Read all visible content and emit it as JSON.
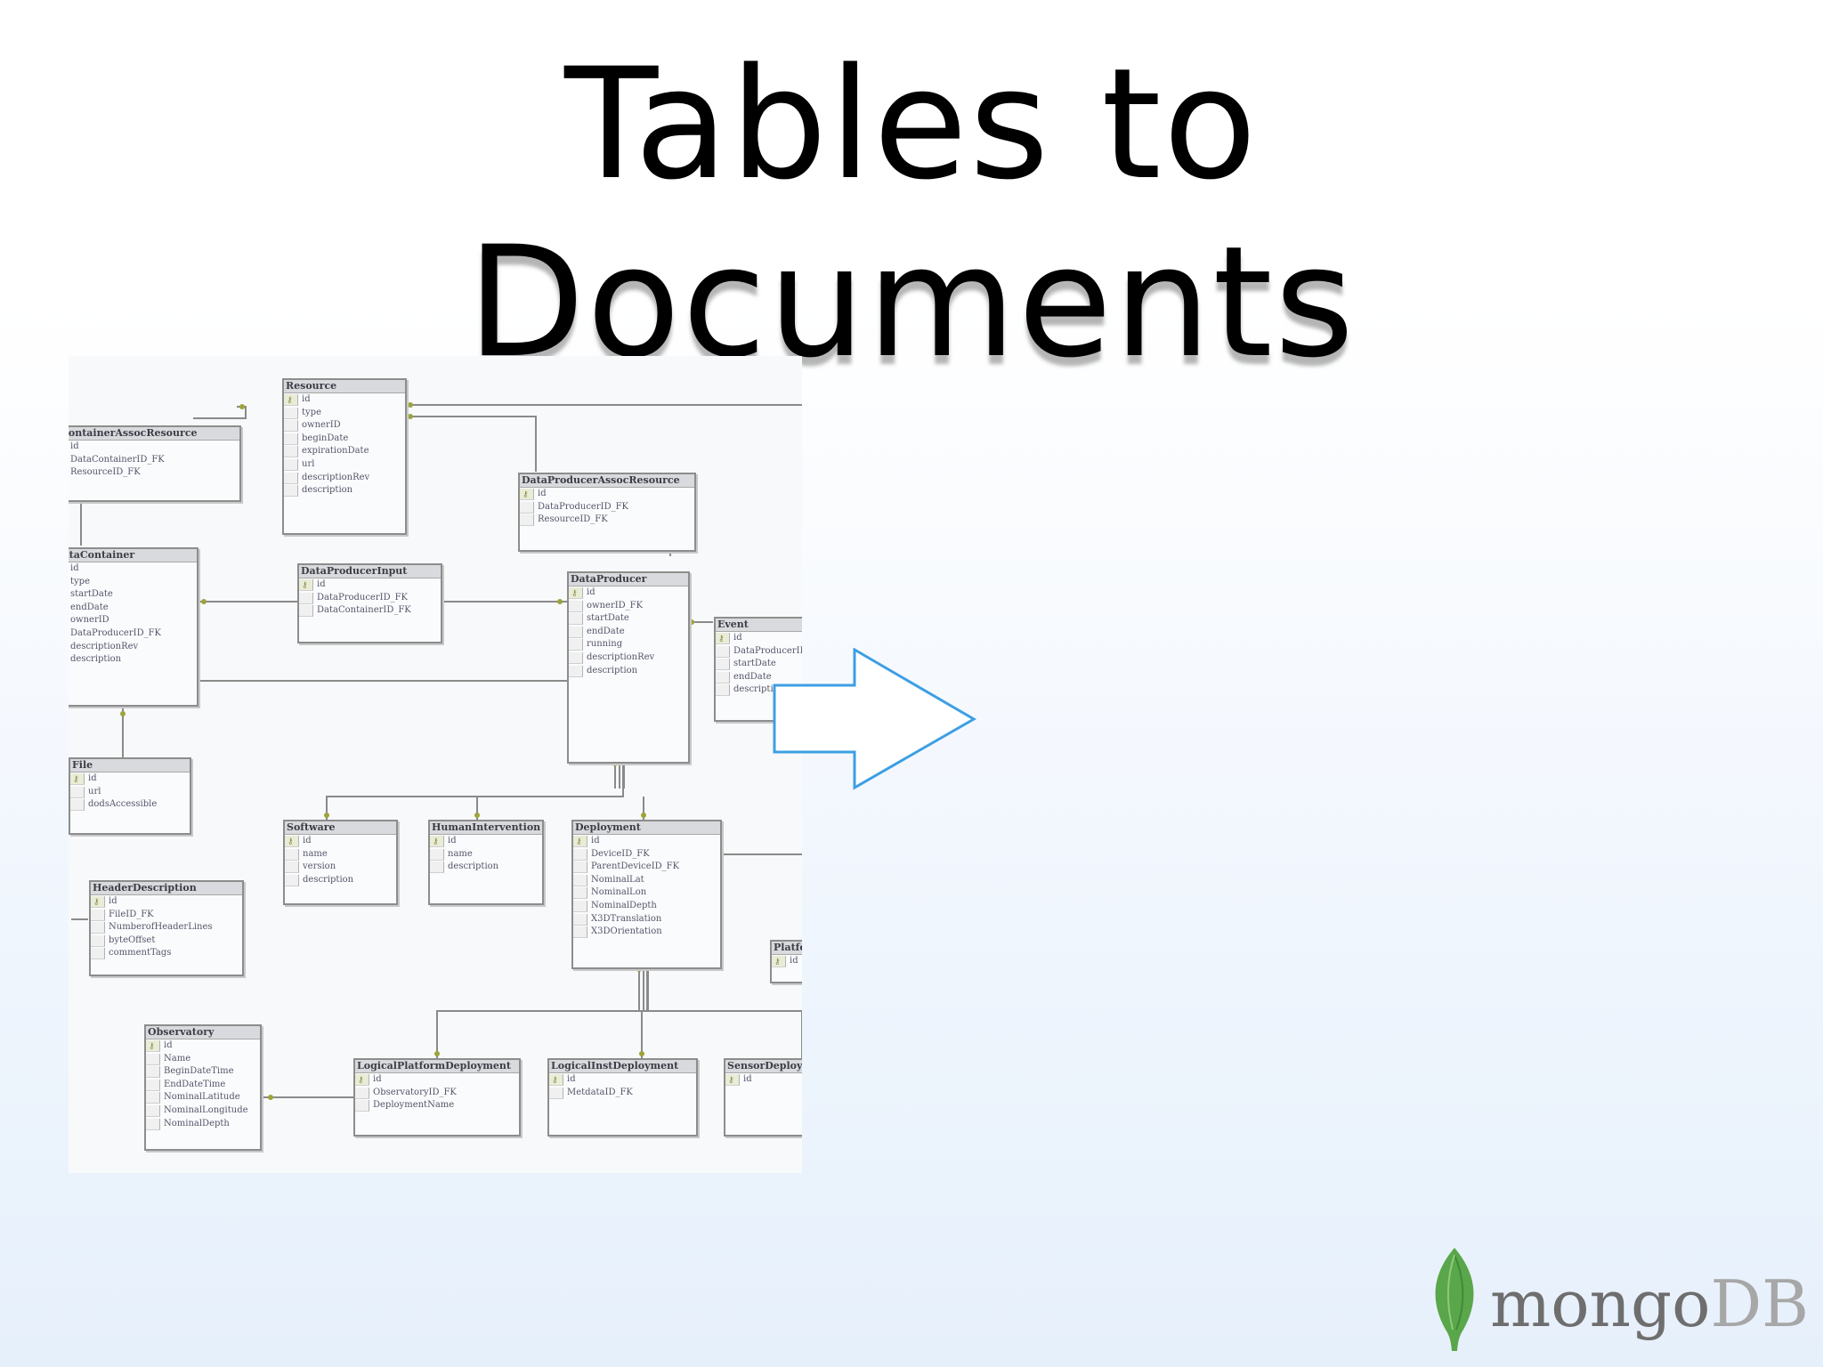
{
  "slide": {
    "title_line_1": "Tables to",
    "title_line_2": "Documents"
  },
  "er_diagram": {
    "tables": [
      {
        "name": "aContainerAssocResource",
        "columns": [
          "id",
          "DataContainerID_FK",
          "ResourceID_FK"
        ]
      },
      {
        "name": "Resource",
        "columns": [
          "id",
          "type",
          "ownerID",
          "beginDate",
          "expirationDate",
          "url",
          "descriptionRev",
          "description"
        ]
      },
      {
        "name": "DataProducerAssocResource",
        "columns": [
          "id",
          "DataProducerID_FK",
          "ResourceID_FK"
        ]
      },
      {
        "name": "DataContainer",
        "columns": [
          "id",
          "type",
          "startDate",
          "endDate",
          "ownerID",
          "DataProducerID_FK",
          "descriptionRev",
          "description"
        ]
      },
      {
        "name": "DataProducerInput",
        "columns": [
          "id",
          "DataProducerID_FK",
          "DataContainerID_FK"
        ]
      },
      {
        "name": "DataProducer",
        "columns": [
          "id",
          "ownerID_FK",
          "startDate",
          "endDate",
          "running",
          "descriptionRev",
          "description"
        ]
      },
      {
        "name": "Event",
        "columns": [
          "id",
          "DataProducerID",
          "startDate",
          "endDate",
          "descriptio"
        ]
      },
      {
        "name": "File",
        "columns": [
          "id",
          "url",
          "dodsAccessible"
        ]
      },
      {
        "name": "Software",
        "columns": [
          "id",
          "name",
          "version",
          "description"
        ]
      },
      {
        "name": "HumanIntervention",
        "columns": [
          "id",
          "name",
          "description"
        ]
      },
      {
        "name": "Deployment",
        "columns": [
          "id",
          "DeviceID_FK",
          "ParentDeviceID_FK",
          "NominalLat",
          "NominalLon",
          "NominalDepth",
          "X3DTranslation",
          "X3DOrientation"
        ]
      },
      {
        "name": "HeaderDescription",
        "columns": [
          "id",
          "FileID_FK",
          "NumberofHeaderLines",
          "byteOffset",
          "commentTags"
        ]
      },
      {
        "name": "Platfo",
        "columns": [
          "id"
        ]
      },
      {
        "name": "Observatory",
        "columns": [
          "id",
          "Name",
          "BeginDateTime",
          "EndDateTime",
          "NominalLatitude",
          "NominalLongitude",
          "NominalDepth"
        ]
      },
      {
        "name": "LogicalPlatformDeployment",
        "columns": [
          "id",
          "ObservatoryID_FK",
          "DeploymentName"
        ]
      },
      {
        "name": "LogicalInstDeployment",
        "columns": [
          "id",
          "MetdataID_FK"
        ]
      },
      {
        "name": "SensorDeploym",
        "columns": [
          "id"
        ]
      }
    ]
  },
  "arrow": {
    "icon": "right-arrow-outline-icon",
    "stroke_color": "#3d9fe3"
  },
  "logo": {
    "icon": "mongodb-leaf-icon",
    "word_mongo": "mongo",
    "word_db": "DB",
    "leaf_color": "#5aa64a"
  }
}
